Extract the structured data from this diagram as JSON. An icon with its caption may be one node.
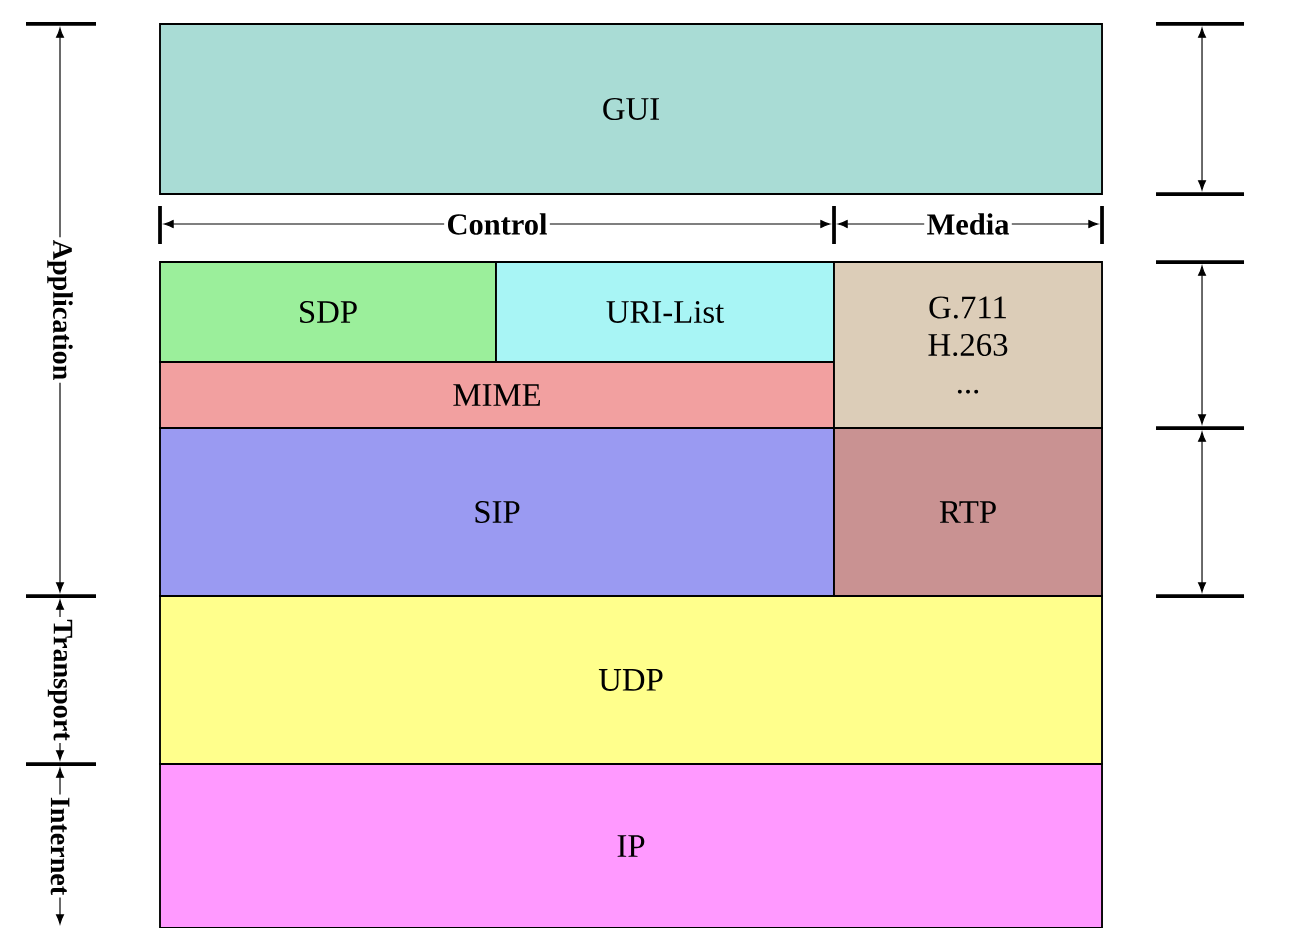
{
  "diagram": {
    "nodes": [
      {
        "text": [
          "GUI"
        ]
      },
      {
        "text": [
          "SDP"
        ]
      },
      {
        "text": [
          "URI-List"
        ]
      },
      {
        "text": [
          "MIME"
        ]
      },
      {
        "text": [
          "G.711",
          "H.263",
          "..."
        ]
      },
      {
        "text": [
          "SIP"
        ]
      },
      {
        "text": [
          "RTP"
        ]
      },
      {
        "text": [
          "UDP"
        ]
      },
      {
        "text": [
          "IP"
        ]
      }
    ],
    "labels": [
      "Application",
      "Control",
      "Media",
      "Transport",
      "Internet"
    ]
  }
}
